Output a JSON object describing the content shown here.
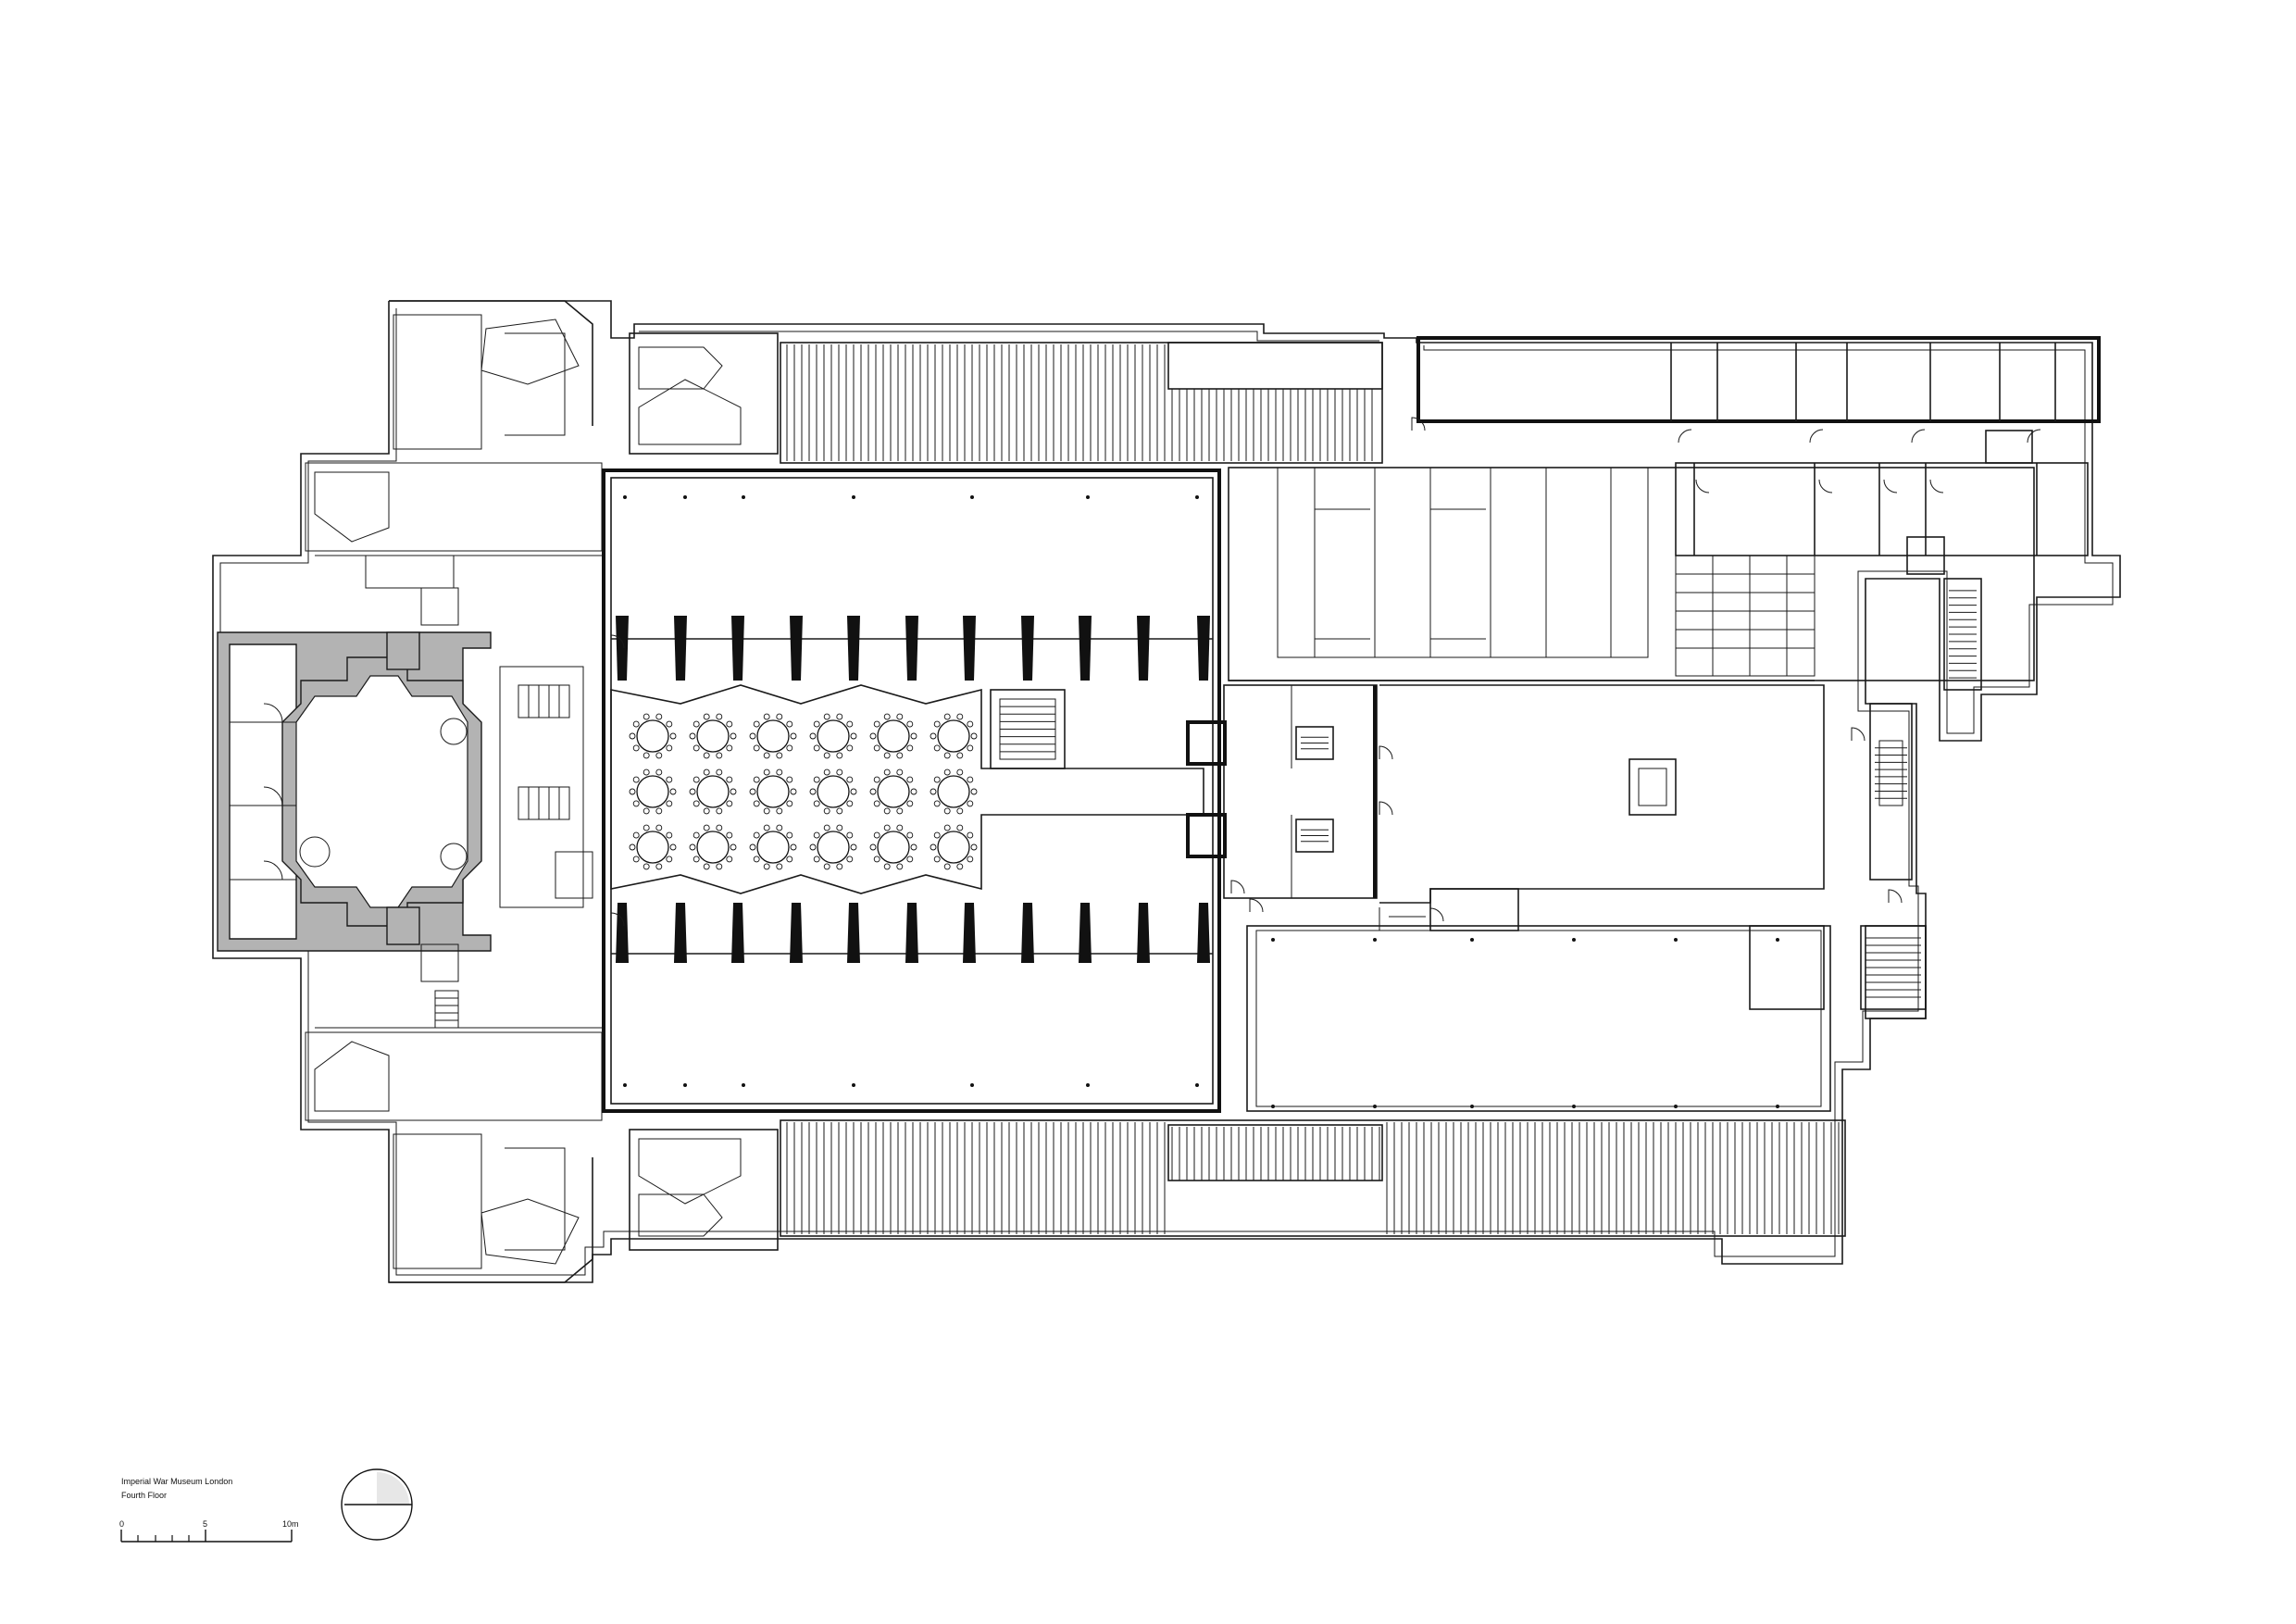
{
  "caption": {
    "title": "Imperial War Museum London",
    "floor": "Fourth Floor"
  },
  "scale_bar": {
    "labels": [
      "0",
      "5",
      "10m"
    ]
  },
  "icons": {
    "north_point": "north-arrow-icon"
  }
}
